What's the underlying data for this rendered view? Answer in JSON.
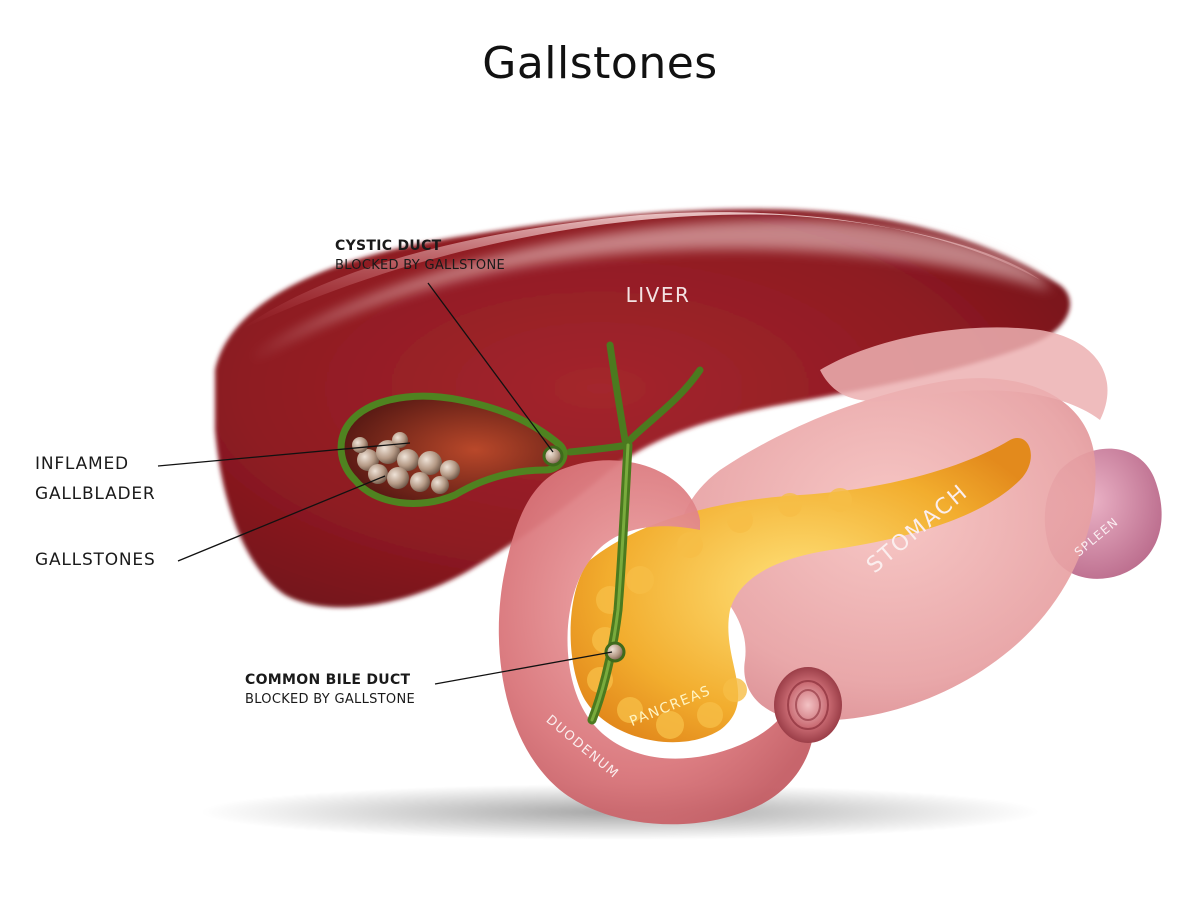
{
  "title": "Gallstones",
  "callouts": {
    "cystic_duct": {
      "label": "CYSTIC DUCT",
      "note": "BLOCKED BY GALLSTONE"
    },
    "common_bile_duct": {
      "label": "COMMON BILE DUCT",
      "note": "BLOCKED BY GALLSTONE"
    },
    "inflamed_gallbladder": {
      "line1": "INFLAMED",
      "line2": "GALLBLADER"
    },
    "gallstones": {
      "label": "GALLSTONES"
    }
  },
  "organs": {
    "liver": "LIVER",
    "stomach": "STOMACH",
    "spleen": "SPLEEN",
    "pancreas": "PANCREAS",
    "duodenum": "DUODENUM"
  },
  "colors": {
    "liver": "#8e1b22",
    "liver_light": "#c2474f",
    "stomach": "#e7a0a2",
    "pancreas": "#f2ad2e",
    "duodenum": "#d9757a",
    "gallbladder": "#3f6a1c",
    "bile_duct": "#4b7a1f",
    "stone": "#b59a86",
    "spleen": "#c46a8c"
  }
}
